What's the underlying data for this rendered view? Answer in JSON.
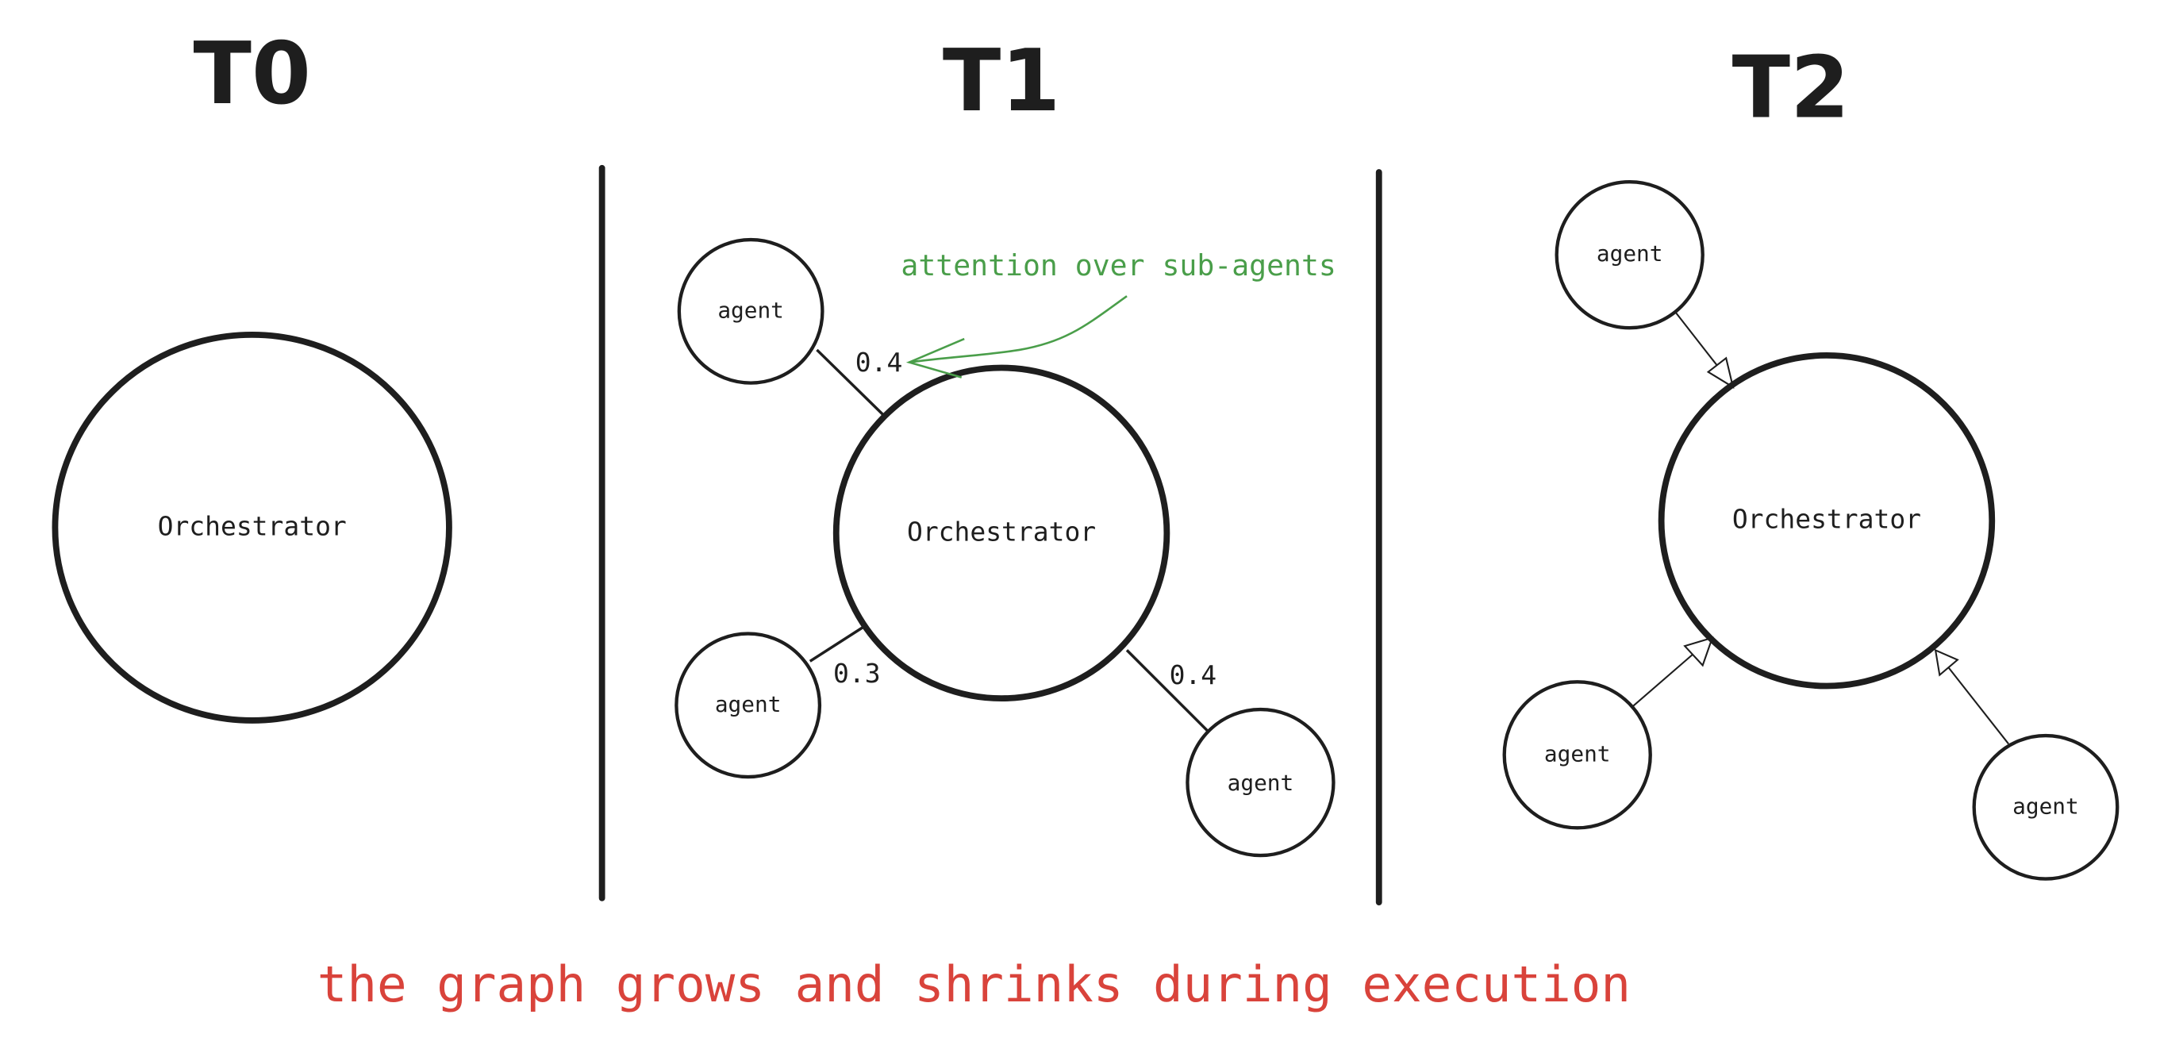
{
  "colors": {
    "ink": "#1e1e1e",
    "annotation": "#4a9e4a",
    "caption": "#d9433b"
  },
  "panels": [
    {
      "title": "T0",
      "orchestrator": "Orchestrator"
    },
    {
      "title": "T1",
      "orchestrator": "Orchestrator",
      "agents": [
        {
          "label": "agent",
          "weight": "0.4"
        },
        {
          "label": "agent",
          "weight": "0.3"
        },
        {
          "label": "agent",
          "weight": "0.4"
        }
      ],
      "annotation": "attention over sub-agents"
    },
    {
      "title": "T2",
      "orchestrator": "Orchestrator",
      "agents": [
        {
          "label": "agent"
        },
        {
          "label": "agent"
        },
        {
          "label": "agent"
        }
      ]
    }
  ],
  "caption": "the graph grows and shrinks during execution"
}
